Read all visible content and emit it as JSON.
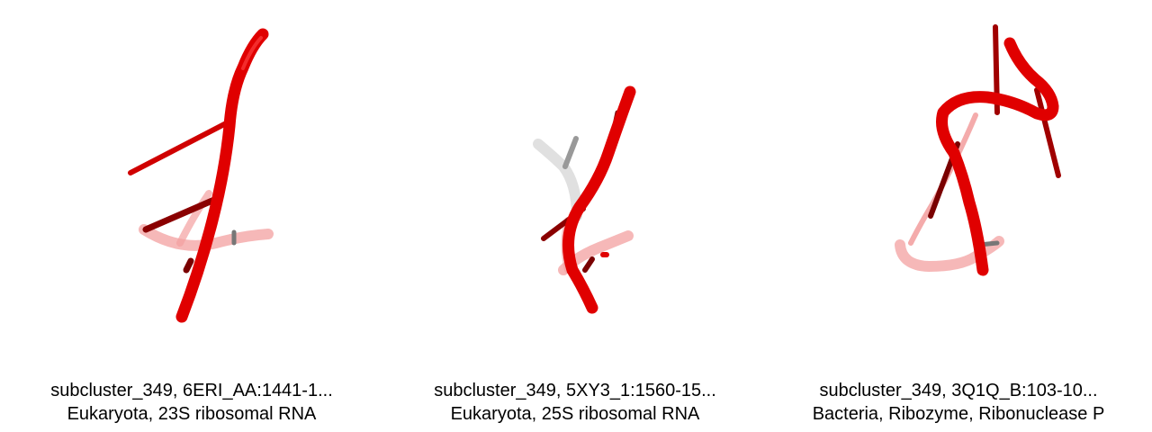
{
  "panels": [
    {
      "line1": "subcluster_349, 6ERI_AA:1441-1...",
      "line2": "Eukaryota, 23S ribosomal RNA"
    },
    {
      "line1": "subcluster_349, 5XY3_1:1560-15...",
      "line2": "Eukaryota, 25S ribosomal RNA"
    },
    {
      "line1": "subcluster_349, 3Q1Q_B:103-10...",
      "line2": "Bacteria, Ribozyme, Ribonuclease P"
    }
  ],
  "colors": {
    "backbone": "#e00000",
    "backbone_faded": "#f08888",
    "base": "#b00000",
    "base_dark": "#7a0000",
    "grey": "#cccccc",
    "grey_dark": "#888888"
  }
}
